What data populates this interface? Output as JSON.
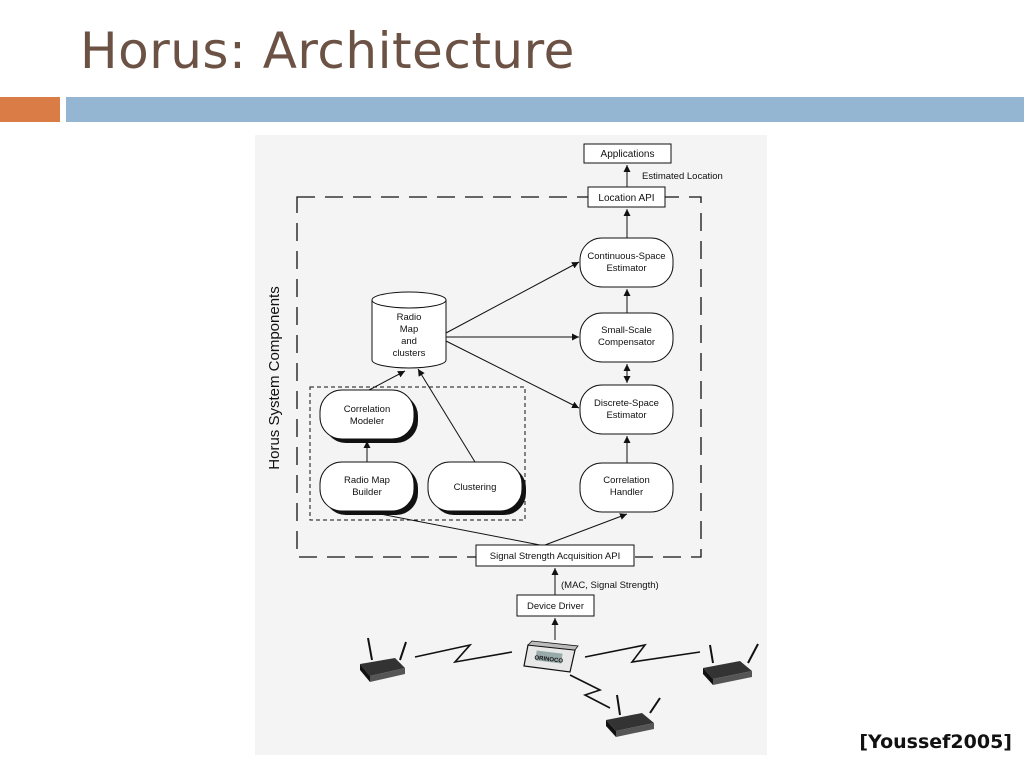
{
  "slide": {
    "title": "Horus: Architecture",
    "citation": "[Youssef2005]",
    "accent_colors": {
      "title": "#6b5244",
      "orange_bar": "#d97c45",
      "blue_bar": "#94b6d2"
    }
  },
  "diagram": {
    "side_label": "Horus System Components",
    "nodes": {
      "applications": "Applications",
      "location_api": "Location API",
      "continuous_space_estimator": [
        "Continuous-Space",
        "Estimator"
      ],
      "small_scale_compensator": [
        "Small-Scale",
        "Compensator"
      ],
      "discrete_space_estimator": [
        "Discrete-Space",
        "Estimator"
      ],
      "correlation_handler": [
        "Correlation",
        "Handler"
      ],
      "radio_map": [
        "Radio",
        "Map",
        "and",
        "clusters"
      ],
      "correlation_modeler": [
        "Correlation",
        "Modeler"
      ],
      "radio_map_builder": [
        "Radio Map",
        "Builder"
      ],
      "clustering": "Clustering",
      "signal_strength_api": "Signal Strength Acquisition API",
      "device_driver": "Device Driver",
      "pc_card": "ORINOCO"
    },
    "edge_labels": {
      "estimated_location": "Estimated Location",
      "mac_signal": "(MAC, Signal Strength)"
    },
    "icons": [
      "wireless-access-point-icon",
      "wireless-access-point-icon",
      "wireless-access-point-icon",
      "wireless-card-icon",
      "lightning-link-icon"
    ]
  }
}
